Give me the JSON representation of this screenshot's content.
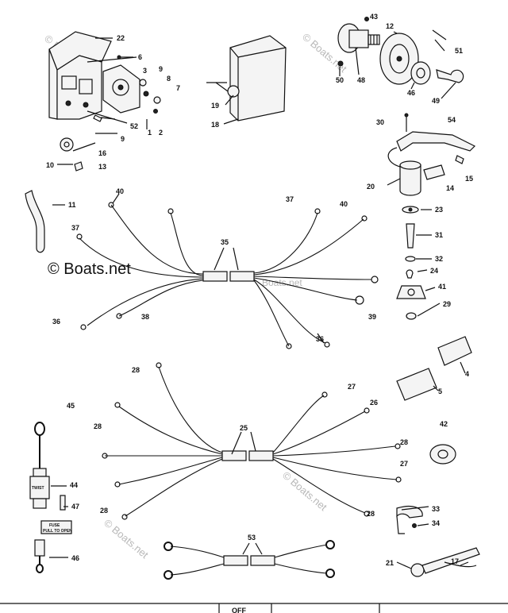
{
  "watermark": {
    "text": "© Boats.net",
    "light_text": "Boats.net"
  },
  "callouts": {
    "c22": "22",
    "c6": "6",
    "c3": "3",
    "c9a": "9",
    "c8": "8",
    "c7": "7",
    "c19": "19",
    "c18": "18",
    "c52": "52",
    "c1": "1",
    "c2": "2",
    "c16": "16",
    "c9b": "9",
    "c13": "13",
    "c10": "10",
    "c43": "43",
    "c12": "12",
    "c51": "51",
    "c50": "50",
    "c48": "48",
    "c46": "46",
    "c49": "49",
    "c30": "30",
    "c54": "54",
    "c15": "15",
    "c20": "20",
    "c14": "14",
    "c23": "23",
    "c31": "31",
    "c32": "32",
    "c24": "24",
    "c41": "41",
    "c29": "29",
    "c11": "11",
    "c40a": "40",
    "c37a": "37",
    "c35": "35",
    "c37b": "37",
    "c40b": "40",
    "c36a": "36",
    "c38": "38",
    "c39": "39",
    "c36b": "36",
    "c28a": "28",
    "c27a": "27",
    "c26": "26",
    "c28b": "28",
    "c25": "25",
    "c28c": "28",
    "c27b": "27",
    "c28d": "28",
    "c28e": "28",
    "c4": "4",
    "c5": "5",
    "c42": "42",
    "c45": "45",
    "c44": "44",
    "c47": "47",
    "c46b": "46",
    "c53": "53",
    "c33": "33",
    "c34": "34",
    "c21": "21",
    "c17": "17"
  },
  "fuse_label": {
    "top": "TWIST",
    "line1": "FUSE",
    "line2": "PULL TO OPEN"
  },
  "footer_fragment": "OFF"
}
